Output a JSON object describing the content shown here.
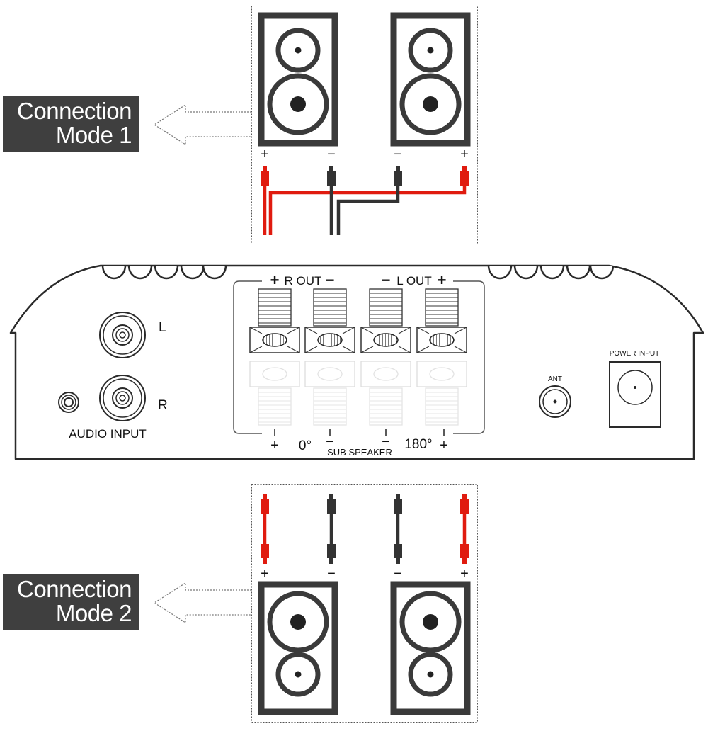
{
  "mode1": {
    "line1": "Connection",
    "line2": "Mode 1"
  },
  "mode2": {
    "line1": "Connection",
    "line2": "Mode 2"
  },
  "amplifier": {
    "audio_input_label": "AUDIO INPUT",
    "left_label": "L",
    "right_label": "R",
    "r_out_label": "R OUT",
    "l_out_label": "L OUT",
    "plus_sign": "+",
    "minus_sign": "−",
    "sub_speaker_label": "SUB SPEAKER",
    "phase_0": "0°",
    "phase_180": "180°",
    "ant_label": "ANT",
    "power_input_label": "POWER INPUT"
  },
  "speaker_terminal_signs": [
    "+",
    "−",
    "−",
    "+"
  ],
  "colors": {
    "label_bg": "#3f3f3f",
    "outline": "#3a3a3a",
    "red_wire": "#e01b0f",
    "black_wire": "#333333"
  }
}
